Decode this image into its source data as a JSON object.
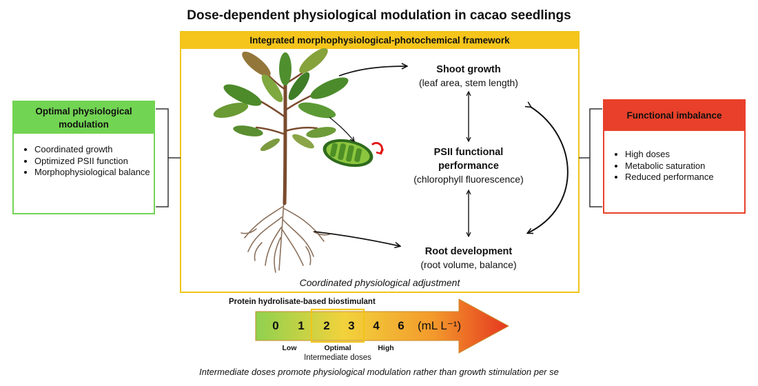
{
  "title": "Dose-dependent physiological modulation in cacao seedlings",
  "framework": {
    "header": "Integrated morphophysiological-photochemical framework",
    "footer_note": "Coordinated physiological adjustment",
    "nodes": {
      "shoot": {
        "title": "Shoot growth",
        "subtitle": "(leaf area, stem length)"
      },
      "psii": {
        "title_line1": "PSII functional",
        "title_line2": "performance",
        "subtitle": "(chlorophyll fluorescence)"
      },
      "root": {
        "title": "Root development",
        "subtitle": "(root volume, balance)"
      }
    }
  },
  "left_panel": {
    "header_line1": "Optimal physiological",
    "header_line2": "modulation",
    "items": [
      "Coordinated growth",
      "Optimized PSII function",
      "Morphophysiological balance"
    ]
  },
  "right_panel": {
    "header": "Functional imbalance",
    "items": [
      "High doses",
      " Metabolic saturation",
      " Reduced performance"
    ]
  },
  "dose_scale": {
    "title": "Protein hydrolisate-based biostimulant",
    "doses": [
      "0",
      "1",
      "2",
      "3",
      "4",
      "6"
    ],
    "unit": "(mL L⁻¹)",
    "label_low": "Low",
    "label_optimal": "Optimal",
    "label_high": "High",
    "label_intermediate": "Intermediate doses"
  },
  "footer": "Intermediate doses promote physiological modulation rather than growth stimulation per se",
  "colors": {
    "green": "#72d453",
    "red": "#e8402a",
    "yellow": "#f5c51c"
  }
}
